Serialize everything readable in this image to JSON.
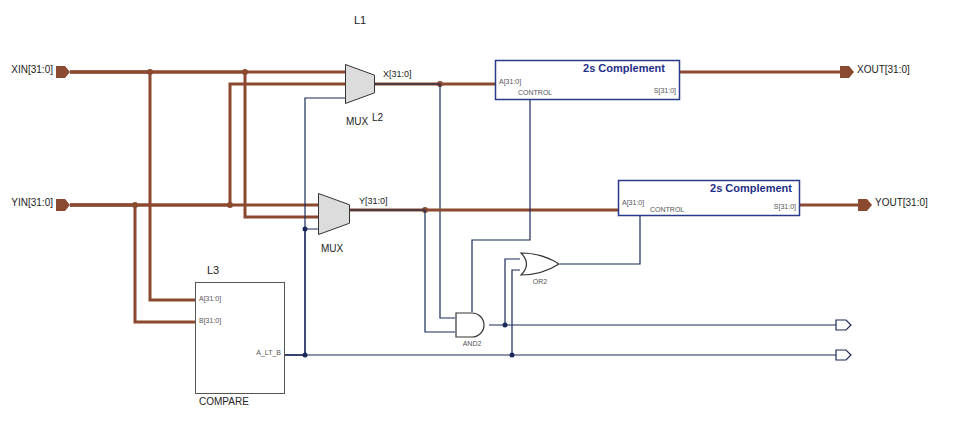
{
  "diagram": {
    "nodes": [
      {
        "text": [
          "XIN[31:0]"
        ]
      },
      {
        "text": [
          "YIN[31:0]"
        ]
      },
      {
        "text": [
          "L1",
          "MUX"
        ]
      },
      {
        "text": [
          "MUX"
        ]
      },
      {
        "text": [
          "L3",
          "COMPARE"
        ]
      },
      {
        "text": [
          "2s Complement"
        ]
      },
      {
        "text": [
          "2s Complement"
        ]
      },
      {
        "text": [
          "AND2"
        ]
      },
      {
        "text": [
          "OR2"
        ]
      },
      {
        "text": [
          "XOUT[31:0]"
        ]
      },
      {
        "text": [
          "YOUT[31:0]"
        ]
      }
    ],
    "edges": [
      {
        "from": 0,
        "to": 2,
        "arrow": "none"
      },
      {
        "from": 0,
        "to": 3,
        "arrow": "none"
      },
      {
        "from": 0,
        "to": 4,
        "arrow": "none"
      },
      {
        "from": 1,
        "to": 2,
        "arrow": "none"
      },
      {
        "from": 1,
        "to": 3,
        "arrow": "none"
      },
      {
        "from": 1,
        "to": 4,
        "arrow": "none"
      },
      {
        "from": 4,
        "to": 2,
        "arrow": "none"
      },
      {
        "from": 4,
        "to": 3,
        "arrow": "none"
      },
      {
        "from": 2,
        "to": 5,
        "label": "X[31:0]",
        "arrow": "none"
      },
      {
        "from": 2,
        "to": 7,
        "arrow": "none"
      },
      {
        "from": 3,
        "to": 6,
        "label": "Y[31:0]",
        "arrow": "none"
      },
      {
        "from": 3,
        "to": 7,
        "arrow": "none"
      },
      {
        "from": 7,
        "to": 8,
        "arrow": "none"
      },
      {
        "from": 4,
        "to": 8,
        "arrow": "none"
      },
      {
        "from": 8,
        "to": 6,
        "arrow": "none"
      },
      {
        "from": 7,
        "to": 5,
        "arrow": "none"
      },
      {
        "from": 5,
        "to": 9,
        "arrow": "none"
      },
      {
        "from": 6,
        "to": 10,
        "arrow": "none"
      }
    ],
    "labels": [
      "L2",
      "A[31:0]",
      "B[31:0]",
      "A_LT_B",
      "A[31:0]",
      "CONTROL",
      "S[31:0]",
      "A[31:0]",
      "CONTROL",
      "S[31:0]"
    ]
  }
}
